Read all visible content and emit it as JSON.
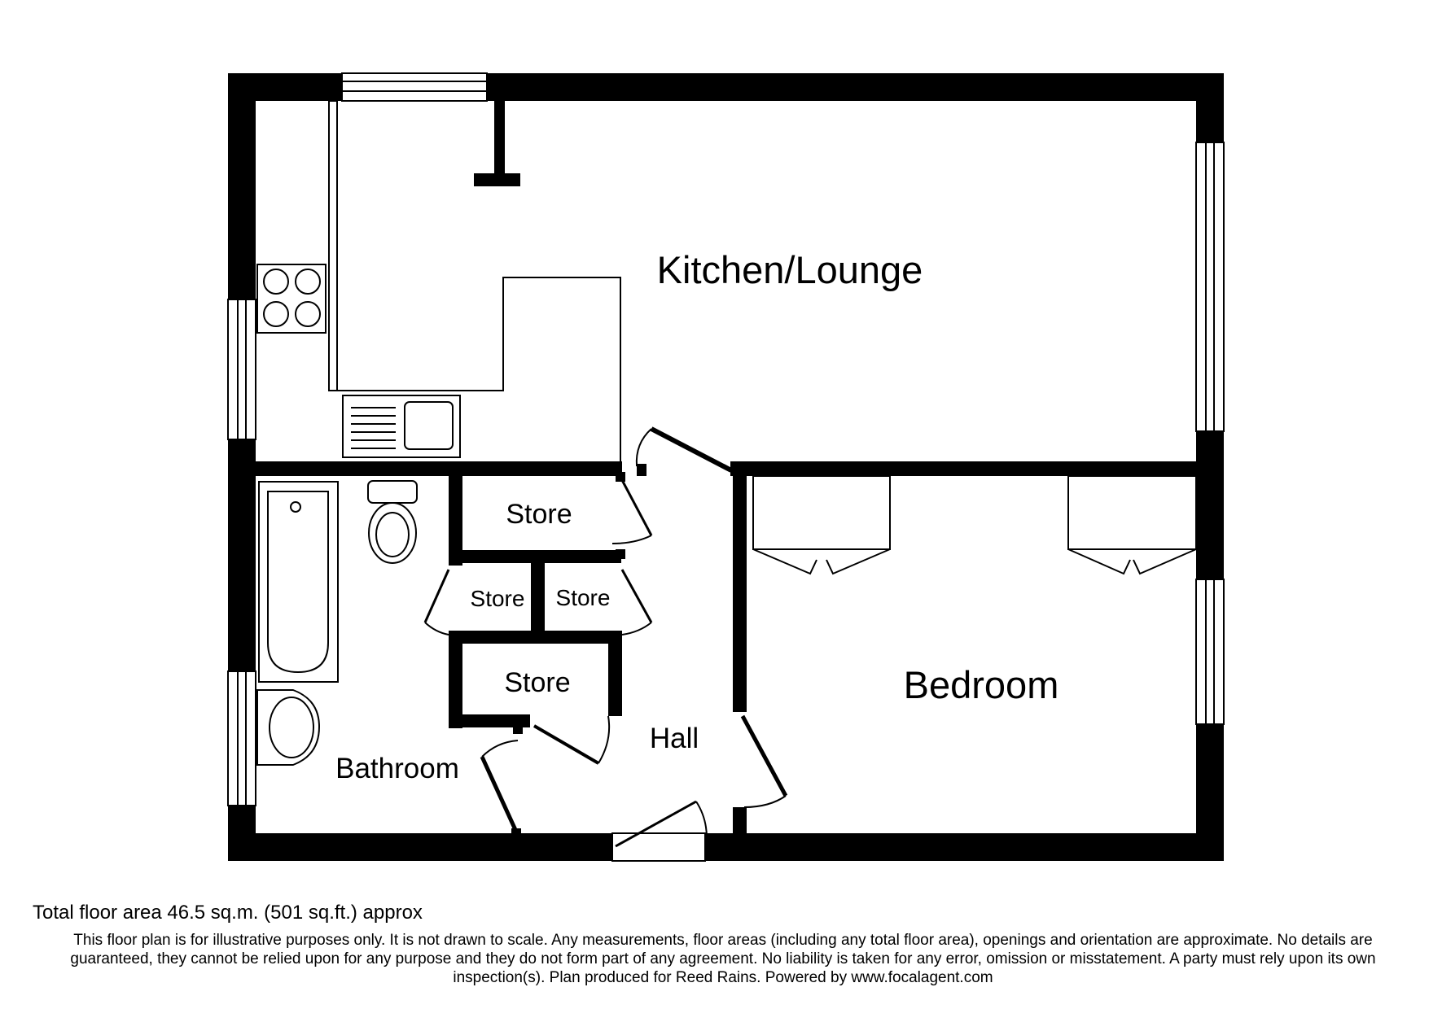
{
  "rooms": {
    "kitchen_lounge": "Kitchen/Lounge",
    "bedroom": "Bedroom",
    "bathroom": "Bathroom",
    "hall": "Hall",
    "store_1": "Store",
    "store_2": "Store",
    "store_3": "Store",
    "store_4": "Store"
  },
  "footer": {
    "total_area": "Total floor area 46.5 sq.m. (501 sq.ft.) approx",
    "disclaimer": "This floor plan is for illustrative purposes only. It is not drawn to scale. Any measurements, floor areas (including any total floor area), openings and orientation are approximate. No details are guaranteed, they cannot be relied upon for any purpose and they do not form part of any agreement. No liability is taken for any error, omission or misstatement. A party must rely upon its own inspection(s). Plan produced for Reed Rains. Powered by www.focalagent.com"
  },
  "colors": {
    "wall": "#000000",
    "background": "#ffffff"
  }
}
